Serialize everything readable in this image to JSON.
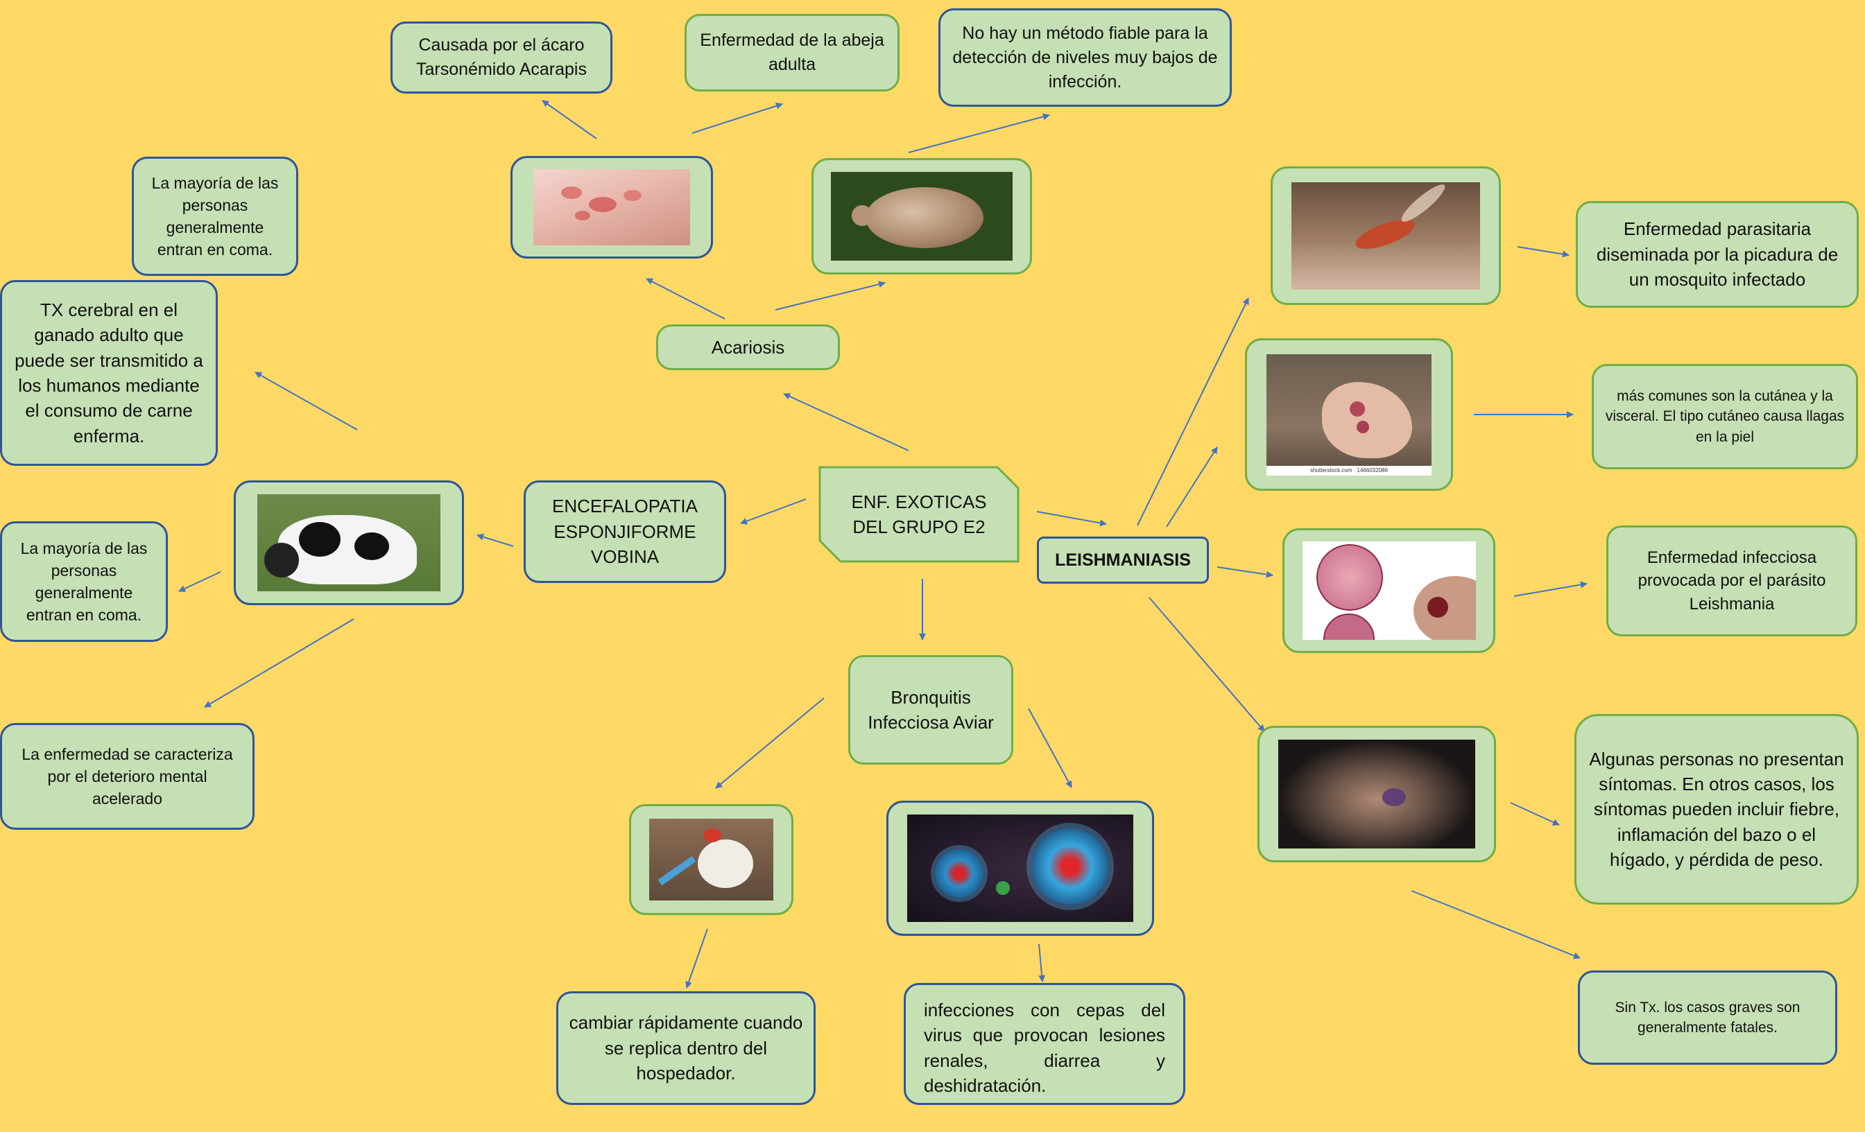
{
  "central": {
    "label": "ENF. EXOTICAS DEL GRUPO E2"
  },
  "acariosis": {
    "label": "Acariosis",
    "facts": [
      "Causada por el ácaro Tarsonémido Acarapis",
      "Enfermedad de la abeja adulta",
      "No hay un método fiable para la detección de niveles muy bajos de infección."
    ],
    "images": [
      "skin-rash-photo",
      "mite-photo"
    ]
  },
  "encefalopatia": {
    "label": "ENCEFALOPATIA ESPONJIFORME VOBINA",
    "facts": [
      "La mayoría de las personas generalmente entran en coma.",
      "TX cerebral en el ganado adulto que puede ser transmitido a los humanos mediante el consumo de carne enferma.",
      "La mayoría de las personas generalmente entran en coma.",
      "La enfermedad se caracteriza por el deterioro mental acelerado"
    ],
    "images": [
      "sick-cow-photo"
    ]
  },
  "bronquitis": {
    "label": "Bronquitis Infecciosa Aviar",
    "facts": [
      "cambiar rápidamente cuando se replica dentro del hospedador.",
      "infecciones con cepas del virus que provocan lesiones renales, diarrea y deshidratación."
    ],
    "images": [
      "chicken-vaccination-photo",
      "virus-illustration"
    ]
  },
  "leishmaniasis": {
    "label": "LEISHMANIASIS",
    "facts": [
      "Enfermedad parasitaria diseminada por la picadura de un mosquito infectado",
      "más comunes son la cutánea y la visceral. El tipo cutáneo causa llagas en la piel",
      "Enfermedad infecciosa provocada por el parásito Leishmania",
      "Algunas personas no presentan síntomas. En otros casos, los síntomas pueden incluir fiebre, inflamación del bazo o el hígado, y pérdida de peso.",
      "Sin Tx. los casos graves son generalmente fatales."
    ],
    "images": [
      "sandfly-photo",
      "foot-lesion-photo",
      "parasite-illustration",
      "face-lesion-photo"
    ],
    "watermark": "shutterstock.com · 1466032086"
  },
  "colors": {
    "background": "#FFD966",
    "node_fill": "#C5E0B4",
    "green_border": "#70AD47",
    "blue_border": "#2F5597",
    "arrow": "#4472C4"
  }
}
